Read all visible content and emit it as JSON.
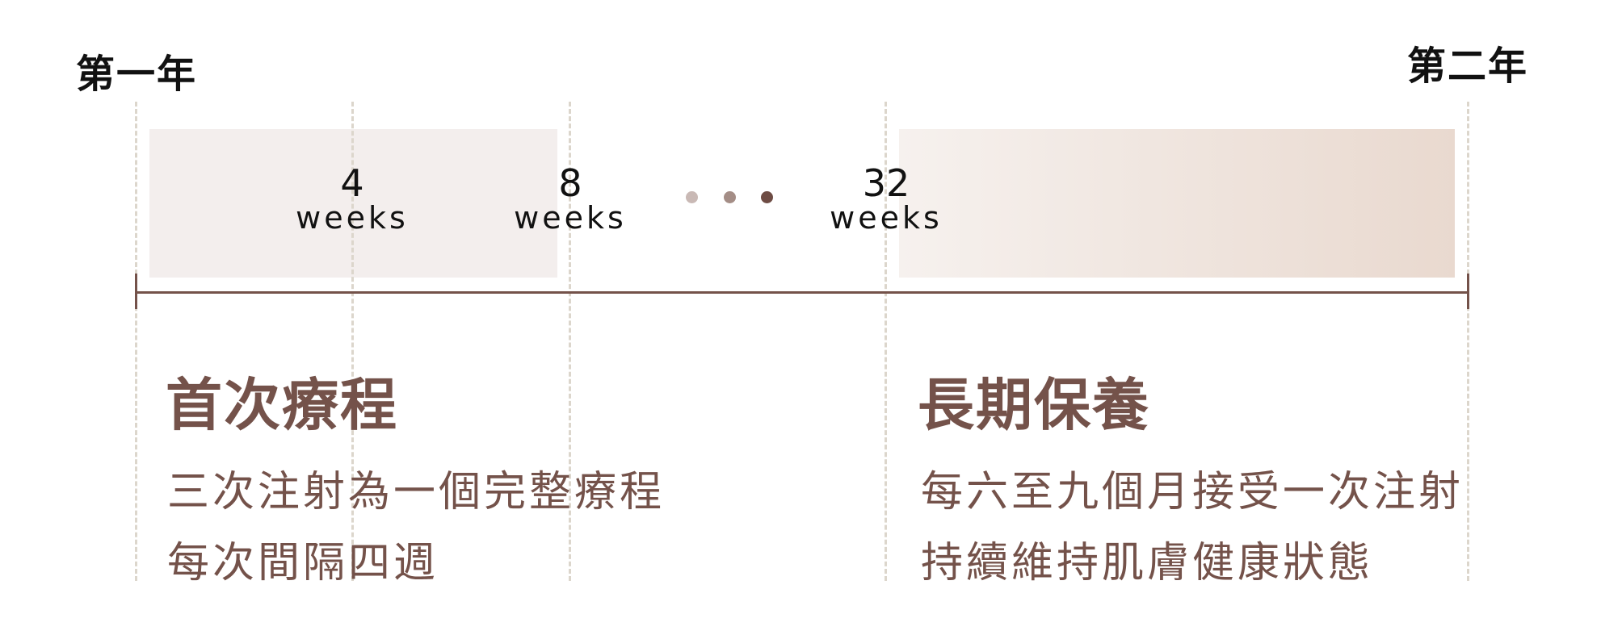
{
  "years": {
    "start": "第一年",
    "end": "第二年"
  },
  "milestones": [
    {
      "number": "4",
      "unit": "weeks"
    },
    {
      "number": "8",
      "unit": "weeks"
    },
    {
      "number": "32",
      "unit": "weeks"
    }
  ],
  "colors": {
    "accent": "#74524a",
    "dash": "#dcd6cc",
    "dot1": "#c9b9b5",
    "dot2": "#a48d86",
    "dot3": "#6e4c44"
  },
  "phases": [
    {
      "title": "首次療程",
      "lines": [
        "三次注射為一個完整療程",
        "每次間隔四週"
      ]
    },
    {
      "title": "長期保養",
      "lines": [
        "每六至九個月接受一次注射",
        "持續維持肌膚健康狀態"
      ]
    }
  ]
}
